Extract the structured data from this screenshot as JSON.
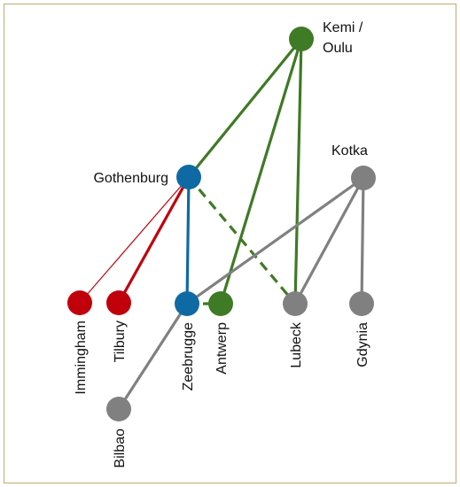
{
  "colors": {
    "border": "#c9b27a",
    "green": "#3f7a25",
    "blue": "#0f6aa3",
    "red": "#c0000b",
    "gray": "#808080"
  },
  "nodes": {
    "kemi_oulu": {
      "label_line1": "Kemi /",
      "label_line2": "Oulu",
      "color": "green"
    },
    "gothenburg": {
      "label": "Gothenburg",
      "color": "blue"
    },
    "kotka": {
      "label": "Kotka",
      "color": "gray"
    },
    "immingham": {
      "label": "Immingham",
      "color": "red"
    },
    "tilbury": {
      "label": "Tilbury",
      "color": "red"
    },
    "zeebrugge": {
      "label": "Zeebrugge",
      "color": "blue"
    },
    "antwerp": {
      "label": "Antwerp",
      "color": "green"
    },
    "lubeck": {
      "label": "Lubeck",
      "color": "gray"
    },
    "gdynia": {
      "label": "Gdynia",
      "color": "gray"
    },
    "bilbao": {
      "label": "Bilbao",
      "color": "gray"
    }
  },
  "edges": [
    {
      "from": "kemi_oulu",
      "to": "gothenburg",
      "color": "green",
      "style": "solid"
    },
    {
      "from": "kemi_oulu",
      "to": "antwerp",
      "color": "green",
      "style": "solid"
    },
    {
      "from": "kemi_oulu",
      "to": "lubeck",
      "color": "green",
      "style": "solid"
    },
    {
      "from": "gothenburg",
      "to": "lubeck",
      "color": "green",
      "style": "dashed"
    },
    {
      "from": "zeebrugge",
      "to": "antwerp",
      "color": "green",
      "style": "dashed"
    },
    {
      "from": "gothenburg",
      "to": "zeebrugge",
      "color": "blue",
      "style": "solid"
    },
    {
      "from": "gothenburg",
      "to": "immingham",
      "color": "red",
      "style": "thin"
    },
    {
      "from": "gothenburg",
      "to": "tilbury",
      "color": "red",
      "style": "solid"
    },
    {
      "from": "kotka",
      "to": "lubeck",
      "color": "gray",
      "style": "solid"
    },
    {
      "from": "kotka",
      "to": "gdynia",
      "color": "gray",
      "style": "solid"
    },
    {
      "from": "kotka",
      "to": "zeebrugge",
      "color": "gray",
      "style": "solid"
    },
    {
      "from": "zeebrugge",
      "to": "bilbao",
      "color": "gray",
      "style": "solid"
    }
  ]
}
